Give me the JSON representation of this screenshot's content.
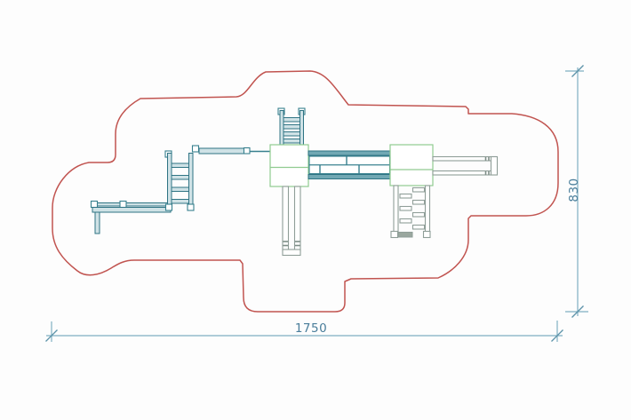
{
  "drawing": {
    "title": "playground-equipment-plan-view",
    "colors": {
      "safety_zone_outline": "#c15450",
      "equipment_teal": "#37808e",
      "equipment_fill": "#cfe2e6",
      "bridge_rail": "#71a8b4",
      "platform_green": "#90cb90",
      "slide_gray": "#8f9e98",
      "dimension_line": "#7fb0c2",
      "dimension_text": "#4a7e9b",
      "background": "#fdfdfd"
    }
  },
  "dimensions": {
    "width": {
      "label": "1750"
    },
    "height": {
      "label": "830"
    }
  }
}
